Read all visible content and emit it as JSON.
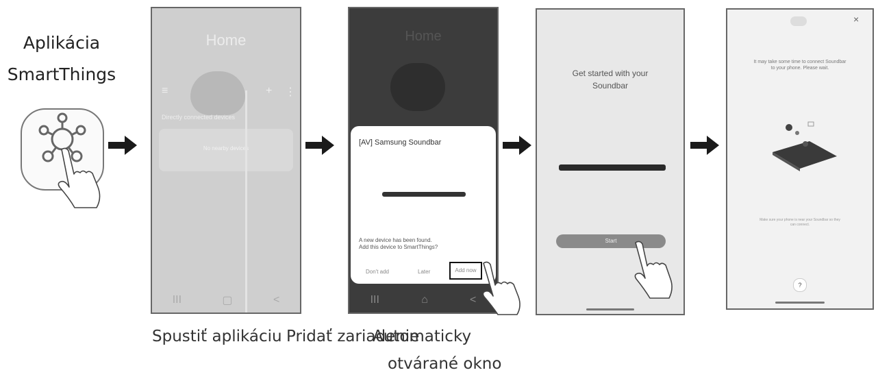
{
  "app": {
    "title_line1": "Aplikácia",
    "title_line2": "SmartThings"
  },
  "screen1": {
    "title": "Home",
    "section_label": "Directly connected devices",
    "empty_label": "No nearby devices",
    "nav": {
      "recents": "III",
      "home": "▢",
      "back": "<"
    }
  },
  "screen2": {
    "title": "Home",
    "dialog_title": "[AV] Samsung Soundbar",
    "dialog_message_line1": "A new device has been found.",
    "dialog_message_line2": "Add this device to SmartThings?",
    "btn_dont_add": "Don't add",
    "btn_later": "Later",
    "btn_add_now": "Add now",
    "nav": {
      "recents": "III",
      "home": "⌂",
      "back": "<"
    }
  },
  "screen3": {
    "heading_line1": "Get started with your",
    "heading_line2": "Soundbar",
    "start_label": "Start"
  },
  "screen4": {
    "close_label": "×",
    "message_line1": "It may take some time to connect Soundbar",
    "message_line2": "to your phone. Please wait.",
    "hint_line1": "Make sure your phone is near your Soundbar so they",
    "hint_line2": "can connect.",
    "help_label": "?"
  },
  "captions": {
    "step1": "Spustiť aplikáciu",
    "step2": "Pridať zariadenie",
    "step3_line1": "Automaticky",
    "step3_line2": "otvárané okno"
  },
  "colors": {
    "arrow": "#1a1a1a",
    "dialog_bg": "#ffffff",
    "dark_screen": "#3c3c3c",
    "start_button": "#8a8a8a"
  }
}
